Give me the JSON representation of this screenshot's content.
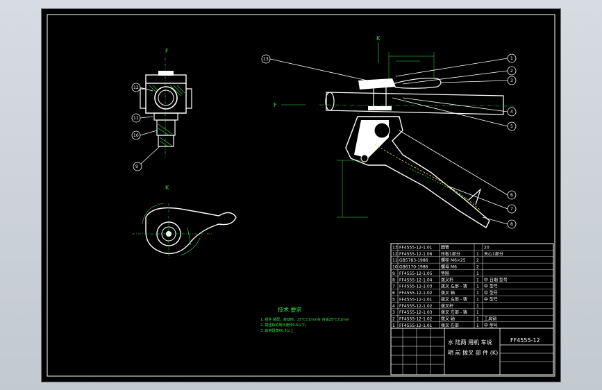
{
  "drawing": {
    "view_labels": {
      "section_f_top": "F",
      "section_k_top": "K",
      "view_k_left": "K",
      "arrow_f_left": "F"
    },
    "callouts": [
      "1",
      "2",
      "3",
      "4",
      "5",
      "6",
      "7",
      "8",
      "9",
      "10",
      "11",
      "12",
      "13"
    ],
    "tech_req": {
      "title": "技术 要求",
      "lines": [
        "1. 组件 装配，转动时，25℃±1mm在 自由25℃±1mm",
        "2. 拨钮轨的周长度和0.5以下；",
        "3. 其他圆角R0.5以上"
      ]
    },
    "bom": {
      "rows": [
        {
          "no": "13",
          "code": "FF4555-12-1.01",
          "name": "圆管",
          "qty": "",
          "note": "20"
        },
        {
          "no": "12",
          "code": "FF4555-12-1.06",
          "name": "压板1部分",
          "qty": "1",
          "note": "天心1部分"
        },
        {
          "no": "11",
          "code": "GB5783-1986",
          "name": "螺栓 M6×25",
          "qty": "2",
          "note": ""
        },
        {
          "no": "10",
          "code": "GB6170-1986",
          "name": "螺母 M6",
          "qty": "2",
          "note": ""
        },
        {
          "no": "9",
          "code": "FF4555-12-1.05",
          "name": "垫圈",
          "qty": "1",
          "note": ""
        },
        {
          "no": "8",
          "code": "FF4555-12-1.04",
          "name": "拨叉杆",
          "qty": "1",
          "note": "中 日期 型号"
        },
        {
          "no": "7",
          "code": "FF4555-12-1.03",
          "name": "拨叉 左部 - 铸",
          "qty": "1",
          "note": "中 型号"
        },
        {
          "no": "6",
          "code": "FF4555-12-1.02",
          "name": "拨叉 轴",
          "qty": "1",
          "note": "中 型号"
        },
        {
          "no": "5",
          "code": "FF4555-12-1.01",
          "name": "拨叉 左部 - 铸",
          "qty": "1",
          "note": "中 型号"
        },
        {
          "no": "4",
          "code": "FF4555-12-1.02",
          "name": "拨叉杆",
          "qty": "1",
          "note": ""
        },
        {
          "no": "3",
          "code": "FF4555-12-1.03",
          "name": "拨叉 左部 - 铸",
          "qty": "1",
          "note": ""
        },
        {
          "no": "2",
          "code": "FF4555-12-1.02",
          "name": "拨叉 轴",
          "qty": "1",
          "note": "工具钢"
        },
        {
          "no": "1",
          "code": "FF4555-12-1.01",
          "name": "拨叉 左部",
          "qty": "1",
          "note": "中 型号"
        }
      ]
    },
    "title_block": {
      "title_line1": "水 陆两 用机 车说",
      "title_line2": "明 前 拨叉 部 件 (K)",
      "drawing_no": "FF4555-12"
    }
  },
  "colors": {
    "background": "#000000",
    "line": "#ffffff",
    "green": "#36e64a",
    "yellow": "#f0e04a",
    "cyan": "#4fd1e6"
  }
}
